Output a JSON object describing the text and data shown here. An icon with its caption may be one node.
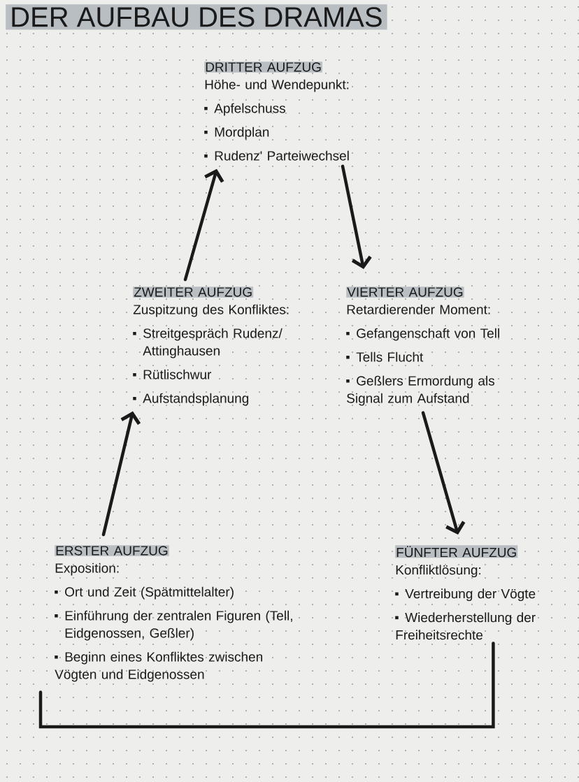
{
  "diagram": {
    "title": "DER AUFBAU DES DRAMAS",
    "nodes": [
      {
        "text": [
          "DRITTER AUFZUG",
          "Höhe- und Wendepunkt:",
          "Apfelschuss",
          "Mordplan",
          "Rudenz' Parteiwechsel"
        ]
      },
      {
        "text": [
          "ZWEITER AUFZUG",
          "Zuspitzung des Konfliktes:",
          "Streitgespräch Rudenz/ Attinghausen",
          "Rütlischwur",
          "Aufstandsplanung"
        ]
      },
      {
        "text": [
          "VIERTER AUFZUG",
          "Retardierender Moment:",
          "Gefangenschaft von Tell",
          "Tells Flucht",
          "Geßlers Ermordung als Signal zum Aufstand"
        ]
      },
      {
        "text": [
          "ERSTER AUFZUG",
          "Exposition:",
          "Ort und Zeit (Spätmittelalter)",
          "Einführung der zentralen Figuren (Tell, Eidgenossen, Geßler)",
          "Beginn eines Konfliktes zwischen Vögten und Eidgenossen"
        ]
      },
      {
        "text": [
          "FÜNFTER AUFZUG",
          "Konfliktlösung:",
          "Vertreibung der Vögte",
          "Wiederherstellung der Freiheitsrechte"
        ]
      }
    ],
    "edges": [
      {
        "from": 3,
        "to": 1,
        "arrow": "to"
      },
      {
        "from": 1,
        "to": 0,
        "arrow": "to"
      },
      {
        "from": 0,
        "to": 2,
        "arrow": "to"
      },
      {
        "from": 2,
        "to": 4,
        "arrow": "to"
      },
      {
        "from": 4,
        "to": 3,
        "arrow": "none"
      }
    ]
  }
}
